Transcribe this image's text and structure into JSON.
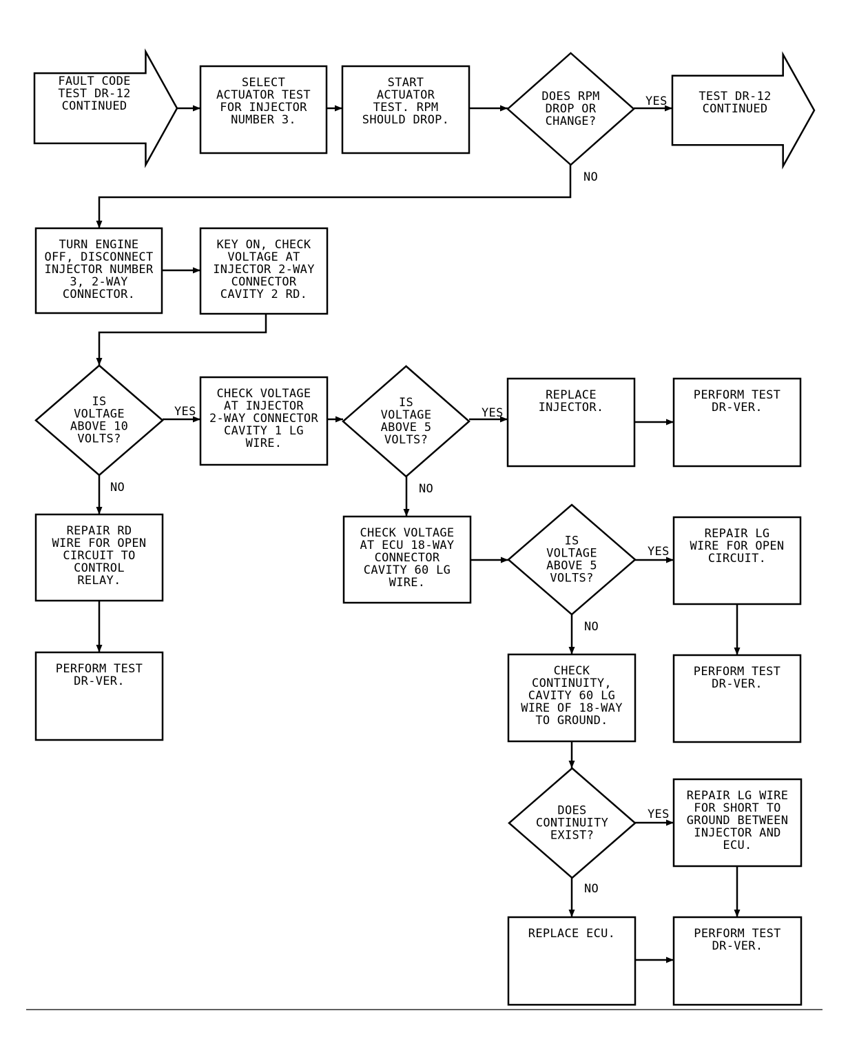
{
  "nodes": [
    {
      "id": "start_code",
      "shape": "arrow",
      "lines": [
        "FAULT CODE",
        "TEST DR-12",
        "CONTINUED"
      ]
    },
    {
      "id": "select_test",
      "shape": "box",
      "lines": [
        "SELECT",
        "ACTUATOR TEST",
        "FOR INJECTOR",
        "NUMBER 3."
      ]
    },
    {
      "id": "start_test",
      "shape": "box",
      "lines": [
        "START",
        "ACTUATOR",
        "TEST. RPM",
        "SHOULD DROP."
      ]
    },
    {
      "id": "rpm_drop",
      "shape": "diamond",
      "lines": [
        "DOES RPM",
        "DROP OR",
        "CHANGE?"
      ]
    },
    {
      "id": "continued",
      "shape": "arrow",
      "lines": [
        "TEST DR-12",
        "CONTINUED"
      ]
    },
    {
      "id": "turn_off",
      "shape": "box",
      "lines": [
        "TURN ENGINE",
        "OFF, DISCONNECT",
        "INJECTOR NUMBER",
        "3, 2-WAY",
        "CONNECTOR."
      ]
    },
    {
      "id": "key_on",
      "shape": "box",
      "lines": [
        "KEY ON, CHECK",
        "VOLTAGE AT",
        "INJECTOR 2-WAY",
        "CONNECTOR",
        "CAVITY 2 RD."
      ]
    },
    {
      "id": "volt10",
      "shape": "diamond",
      "lines": [
        "IS",
        "VOLTAGE",
        "ABOVE 10",
        "VOLTS?"
      ]
    },
    {
      "id": "check_lg",
      "shape": "box",
      "lines": [
        "CHECK VOLTAGE",
        "AT INJECTOR",
        "2-WAY CONNECTOR",
        "CAVITY 1 LG",
        "WIRE."
      ]
    },
    {
      "id": "volt5_a",
      "shape": "diamond",
      "lines": [
        "IS",
        "VOLTAGE",
        "ABOVE 5",
        "VOLTS?"
      ]
    },
    {
      "id": "replace_inj",
      "shape": "box",
      "lines": [
        "REPLACE",
        "INJECTOR."
      ]
    },
    {
      "id": "perform_1",
      "shape": "box",
      "lines": [
        "PERFORM TEST",
        "DR-VER."
      ]
    },
    {
      "id": "repair_rd",
      "shape": "box",
      "lines": [
        "REPAIR RD",
        "WIRE FOR OPEN",
        "CIRCUIT TO",
        "CONTROL",
        "RELAY."
      ]
    },
    {
      "id": "perform_2",
      "shape": "box",
      "lines": [
        "PERFORM TEST",
        "DR-VER."
      ]
    },
    {
      "id": "check_ecu",
      "shape": "box",
      "lines": [
        "CHECK VOLTAGE",
        "AT ECU 18-WAY",
        "CONNECTOR",
        "CAVITY 60 LG",
        "WIRE."
      ]
    },
    {
      "id": "volt5_b",
      "shape": "diamond",
      "lines": [
        "IS",
        "VOLTAGE",
        "ABOVE 5",
        "VOLTS?"
      ]
    },
    {
      "id": "repair_lg_open",
      "shape": "box",
      "lines": [
        "REPAIR LG",
        "WIRE FOR OPEN",
        "CIRCUIT."
      ]
    },
    {
      "id": "perform_3",
      "shape": "box",
      "lines": [
        "PERFORM TEST",
        "DR-VER."
      ]
    },
    {
      "id": "check_cont",
      "shape": "box",
      "lines": [
        "CHECK",
        "CONTINUITY,",
        "CAVITY 60 LG",
        "WIRE OF 18-WAY",
        "TO GROUND."
      ]
    },
    {
      "id": "cont_exist",
      "shape": "diamond",
      "lines": [
        "DOES",
        "CONTINUITY",
        "EXIST?"
      ]
    },
    {
      "id": "repair_short",
      "shape": "box",
      "lines": [
        "REPAIR LG WIRE",
        "FOR SHORT TO",
        "GROUND BETWEEN",
        "INJECTOR AND",
        "ECU."
      ]
    },
    {
      "id": "replace_ecu",
      "shape": "box",
      "lines": [
        "REPLACE ECU."
      ]
    },
    {
      "id": "perform_4",
      "shape": "box",
      "lines": [
        "PERFORM TEST",
        "DR-VER."
      ]
    }
  ],
  "edges": [
    {
      "from": "start_code",
      "to": "select_test",
      "label": ""
    },
    {
      "from": "select_test",
      "to": "start_test",
      "label": ""
    },
    {
      "from": "start_test",
      "to": "rpm_drop",
      "label": ""
    },
    {
      "from": "rpm_drop",
      "to": "continued",
      "label": "YES"
    },
    {
      "from": "rpm_drop",
      "to": "turn_off",
      "label": "NO"
    },
    {
      "from": "turn_off",
      "to": "key_on",
      "label": ""
    },
    {
      "from": "key_on",
      "to": "volt10",
      "label": ""
    },
    {
      "from": "volt10",
      "to": "check_lg",
      "label": "YES"
    },
    {
      "from": "volt10",
      "to": "repair_rd",
      "label": "NO"
    },
    {
      "from": "repair_rd",
      "to": "perform_2",
      "label": ""
    },
    {
      "from": "check_lg",
      "to": "volt5_a",
      "label": ""
    },
    {
      "from": "volt5_a",
      "to": "replace_inj",
      "label": "YES"
    },
    {
      "from": "volt5_a",
      "to": "check_ecu",
      "label": "NO"
    },
    {
      "from": "replace_inj",
      "to": "perform_1",
      "label": ""
    },
    {
      "from": "check_ecu",
      "to": "volt5_b",
      "label": ""
    },
    {
      "from": "volt5_b",
      "to": "repair_lg_open",
      "label": "YES"
    },
    {
      "from": "volt5_b",
      "to": "check_cont",
      "label": "NO"
    },
    {
      "from": "repair_lg_open",
      "to": "perform_3",
      "label": ""
    },
    {
      "from": "check_cont",
      "to": "cont_exist",
      "label": ""
    },
    {
      "from": "cont_exist",
      "to": "repair_short",
      "label": "YES"
    },
    {
      "from": "cont_exist",
      "to": "replace_ecu",
      "label": "NO"
    },
    {
      "from": "repair_short",
      "to": "perform_4",
      "label": ""
    },
    {
      "from": "replace_ecu",
      "to": "perform_4",
      "label": ""
    }
  ]
}
